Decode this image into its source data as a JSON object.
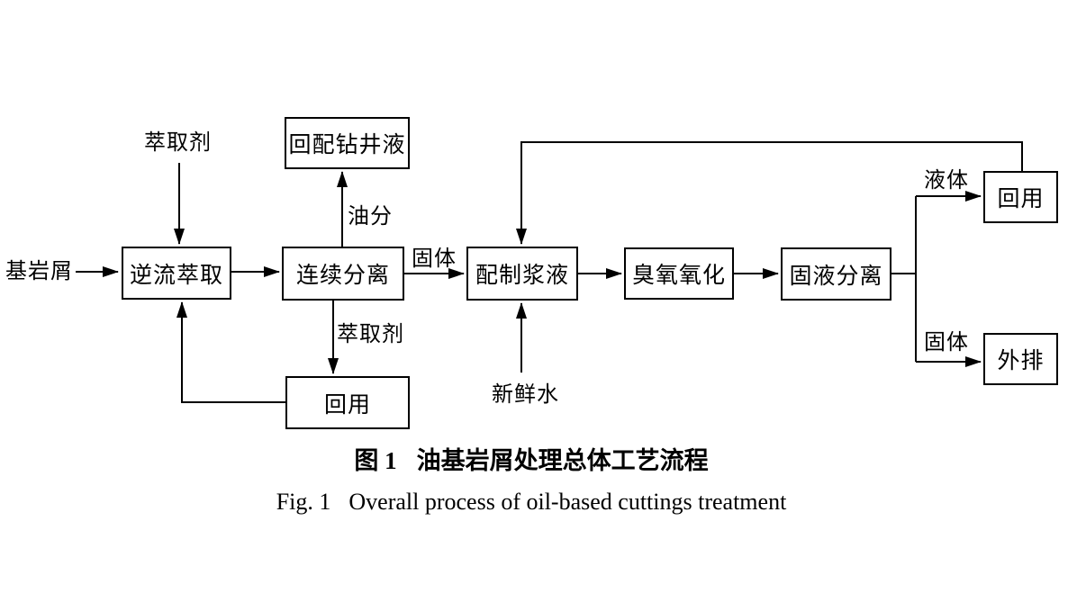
{
  "figure": {
    "type": "flowchart",
    "colors": {
      "ink": "#000000",
      "background": "#ffffff"
    },
    "nodes": [
      {
        "id": "reblend-drilling-fluid",
        "label": "回配钻井液"
      },
      {
        "id": "countercurrent-extraction",
        "label": "逆流萃取"
      },
      {
        "id": "continuous-separation",
        "label": "连续分离"
      },
      {
        "id": "slurry-preparation",
        "label": "配制浆液"
      },
      {
        "id": "ozone-oxidation",
        "label": "臭氧氧化"
      },
      {
        "id": "solid-liquid-separation",
        "label": "固液分离"
      },
      {
        "id": "reuse-liquid",
        "label": "回用"
      },
      {
        "id": "discharge",
        "label": "外排"
      },
      {
        "id": "reuse-extractant",
        "label": "回用"
      }
    ],
    "labels": {
      "extractant_top": "萃取剂",
      "base_cuttings": "基岩屑",
      "oil_fraction": "油分",
      "solid_mid": "固体",
      "extractant_mid": "萃取剂",
      "fresh_water": "新鲜水",
      "liquid": "液体",
      "solid_right": "固体"
    }
  },
  "caption": {
    "zh_prefix": "图 1",
    "zh_text": "油基岩屑处理总体工艺流程",
    "en_prefix": "Fig. 1",
    "en_text": "Overall process of oil-based cuttings treatment"
  }
}
